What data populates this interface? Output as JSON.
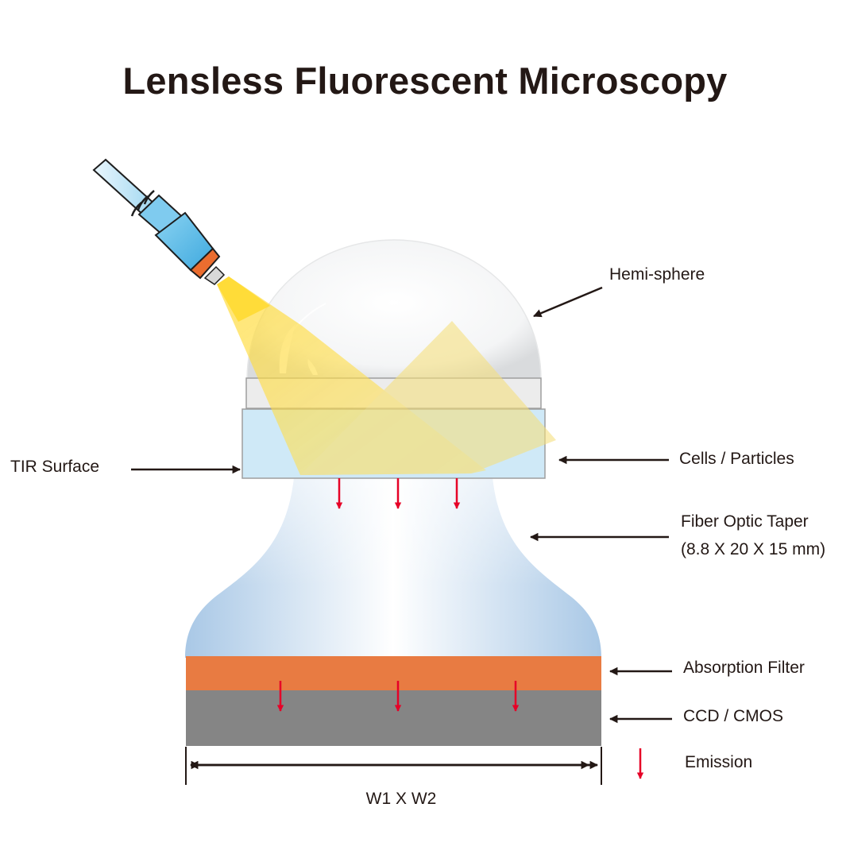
{
  "title": "Lensless Fluorescent Microscopy",
  "labels": {
    "hemisphere": "Hemi-sphere",
    "tir_surface": "TIR Surface",
    "cells_particles": "Cells / Particles",
    "fiber_optic_taper_line1": "Fiber Optic Taper",
    "fiber_optic_taper_line2": "(8.8 X 20 X 15 mm)",
    "absorption_filter": "Absorption Filter",
    "ccd_cmos": "CCD / CMOS",
    "emission": "Emission",
    "dimension": "W1 X W2"
  },
  "colors": {
    "text": "#231815",
    "light_beam": "#FFE24A",
    "fiber_light_blue": "#BFD7EC",
    "glass_slide": "#CFE9F7",
    "filter_orange": "#E87B42",
    "sensor_gray": "#858585",
    "emission_red": "#E60027",
    "lamp_blue": "#5FC0EA"
  }
}
